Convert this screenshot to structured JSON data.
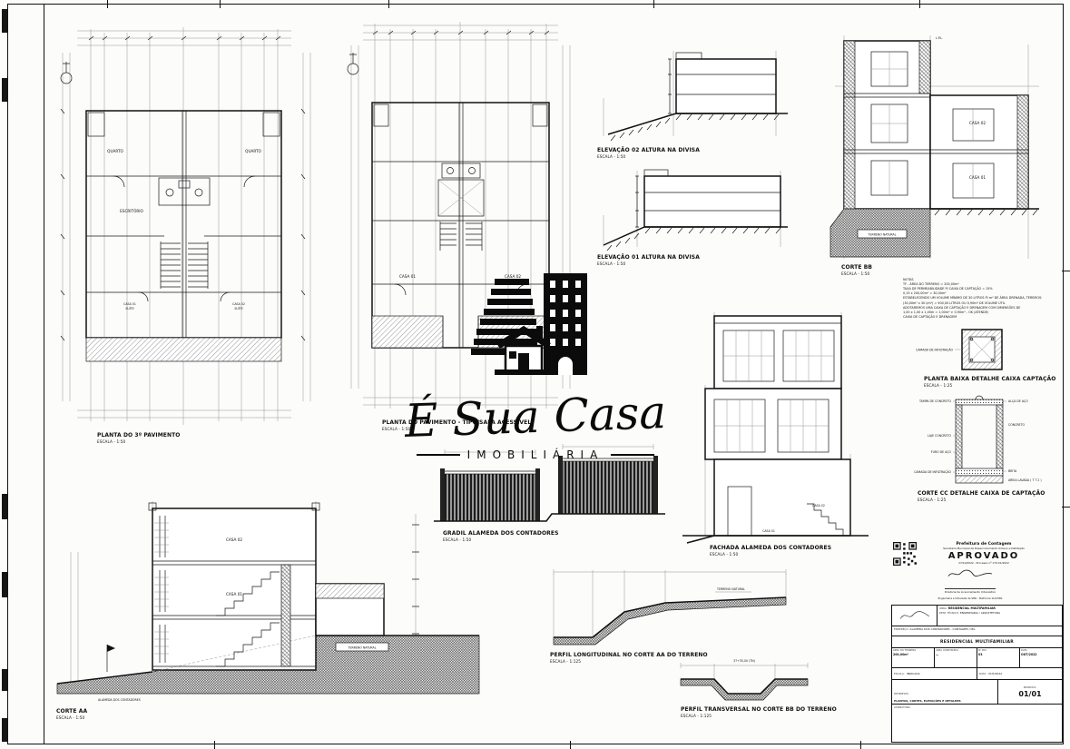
{
  "drawings": {
    "planta3": {
      "title": "PLANTA DO 3º PAVIMENTO",
      "scale": "ESCALA - 1:50",
      "rooms": {
        "quarto1": "QUARTO",
        "quarto2": "QUARTO",
        "escritorio": "ESCRITÓRIO",
        "casa1": "CASA 01",
        "suite1": "SUÍTE",
        "casa2": "CASA 02",
        "suite2": "SUÍTE"
      }
    },
    "planta_tipo": {
      "title": "PLANTA DO PAVIMENTO - TIPO/SALA ACESSÍVEL",
      "scale": "ESCALA - 1:50",
      "rooms": {
        "casa1": "CASA 01",
        "casa2": "CASA 02"
      }
    },
    "elev02": {
      "title": "ELEVAÇÃO 02 ALTURA NA DIVISA",
      "scale": "ESCALA - 1:50"
    },
    "elev01": {
      "title": "ELEVAÇÃO 01 ALTURA NA DIVISA",
      "scale": "ESCALA - 1:50"
    },
    "corte_bb": {
      "title": "CORTE BB",
      "scale": "ESCALA - 1:50",
      "labels": {
        "casa2": "CASA 02",
        "casa1": "CASA 01",
        "terreno": "TERRENO NATURAL",
        "lpl": "L.P.L."
      }
    },
    "notas": "NOTAS\nTF - ÁREA DO TERRENO = 200,00m²\nTAXA DE PERMEABILIDADE P/ CAIXA DE CAPTAÇÃO = 15%\n0,15 x 200,00m² = 30,00m²\nESTABELECENDO UM VOLUME MÍNIMO DE 30 LITROS P/ m² DE ÁREA DRENADA, TEREMOS:\n(30,00m² x 30 l/m²) = 900,00 LITROS OU 0,90m³ DE VOLUME ÚTIL\nADOTAREMOS UMA CAIXA DE CAPTAÇÃO E DRENAGEM COM DIMENSÕES DE\n1,00 x 1,00 x 1,00m = 1,00m³ > 0,90m³ - OK (ATENDE)\nCAIXA DE CAPTAÇÃO E DRENAGEM",
    "planta_captacao": {
      "title": "PLANTA BAIXA DETALHE CAIXA CAPTAÇÃO",
      "scale": "ESCALA - 1:25",
      "label": "CAMADA DE INFILTRAÇÃO"
    },
    "corte_cc": {
      "title": "CORTE CC DETALHE CAIXA DE CAPTAÇÃO",
      "scale": "ESCALA - 1:25",
      "labels": {
        "tampa": "TAMPA DE CONCRETO",
        "laje": "LAJE CONCRETO",
        "furo": "FURO DE AÇO",
        "camada": "CAMADA DE INFILTRAÇÃO",
        "alca": "ALÇA DE AÇO",
        "concreto": "CONCRETO",
        "brita": "BRITA",
        "areia": "AREIA LAVADA ( T T 2 )"
      }
    },
    "gradil": {
      "title": "GRADIL ALAMEDA DOS CONTADORES",
      "scale": "ESCALA - 1:50"
    },
    "fachada": {
      "title": "FACHADA ALAMEDA DOS CONTADORES",
      "scale": "ESCALA - 1:50",
      "labels": {
        "casa2": "CASA 02",
        "casa1": "CASA 01"
      }
    },
    "corte_aa": {
      "title": "CORTE AA",
      "scale": "ESCALA - 1:50",
      "labels": {
        "casa1": "CASA 01",
        "casa2": "CASA 02",
        "terreno": "TERRENO NATURAL",
        "alameda": "ALAMEDA DOS CONTADORES"
      }
    },
    "perfil_long": {
      "title": "PERFIL LONGITUDINAL NO CORTE AA DO TERRENO",
      "scale": "ESCALA - 1:125",
      "labels": {
        "terreno": "TERRENO NATURAL"
      }
    },
    "perfil_trans": {
      "title": "PERFIL TRANSVERSAL NO CORTE BB DO TERRENO",
      "scale": "ESCALA - 1:125",
      "labels": {
        "nivel": "37+35,00 (TN)"
      }
    }
  },
  "logo": {
    "name": "É Sua Casa",
    "subtitle": "IMOBILIÁRIA"
  },
  "stamp": {
    "org": "Prefeitura de Contagem",
    "dept": "Secretaria Municipal de Desenvolvimento Urbano e Habitação",
    "status": "APROVADO",
    "process": "27/10/2022 - Processo nº 179.01/2022",
    "sign_name": "Diretoria de Licenciamento Urbanístico",
    "sign_role": "Engenheira e Urbanista de SMU - Matrícula 1141580"
  },
  "titleblock": {
    "obra_label": "OBRA:",
    "obra": "RESIDENCIAL MULTIFAMILIAR",
    "resp_label": "RESP. TÉCNICO:",
    "resp": "ENGENHARIA / ARQUITETURA",
    "endereco_label": "ENDEREÇO:",
    "endereco": "ALAMEDA DOS CONTADORES - CONTAGEM / MG",
    "projeto": "RESIDENCIAL MULTIFAMILIAR",
    "cols": [
      {
        "label": "ÁREA DO TERRENO",
        "value": "200,00m²"
      },
      {
        "label": "ÁREA CONSTRUÍDA",
        "value": "—"
      },
      {
        "label": "Nº PAV.",
        "value": "03"
      },
      {
        "label": "DATA",
        "value": "OUT/2022"
      }
    ],
    "escala_label": "ESCALA:",
    "escala": "INDICADA",
    "data_label": "DATA:",
    "data": "OUT/2022",
    "desenhos_label": "DESENHOS:",
    "desenhos": "PLANTAS, CORTES, ELEVAÇÕES E DETALHES",
    "prancha_label": "PRANCHA:",
    "prancha": "01/01",
    "assinatura_label": "ASSINATURA:"
  }
}
